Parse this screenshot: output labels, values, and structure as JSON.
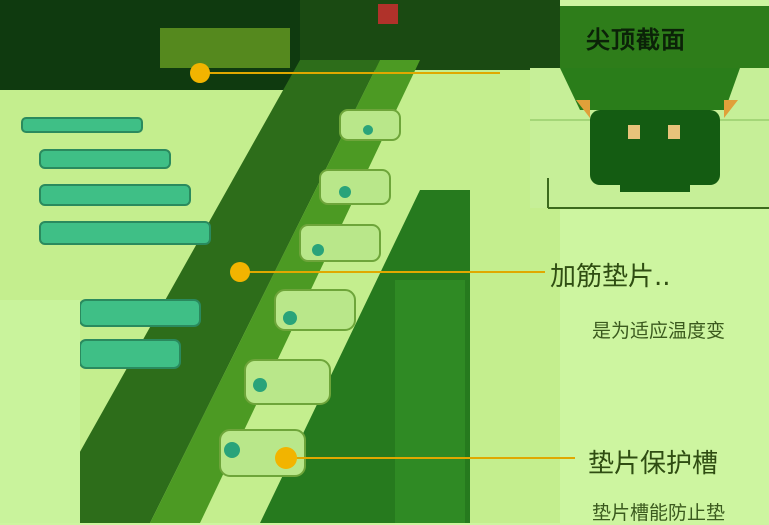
{
  "section_badge": {
    "title": "尖顶截面"
  },
  "callouts": [
    {
      "title": "加筋垫片..",
      "desc": "是为适应温度变"
    },
    {
      "title": "垫片保护槽",
      "desc": "垫片槽能防止垫"
    }
  ],
  "colors": {
    "accent_marker": "#f2b400",
    "leader_line": "#e0a800",
    "badge_bg": "#2e7d1a",
    "page_bg": "#cdf5a0"
  }
}
